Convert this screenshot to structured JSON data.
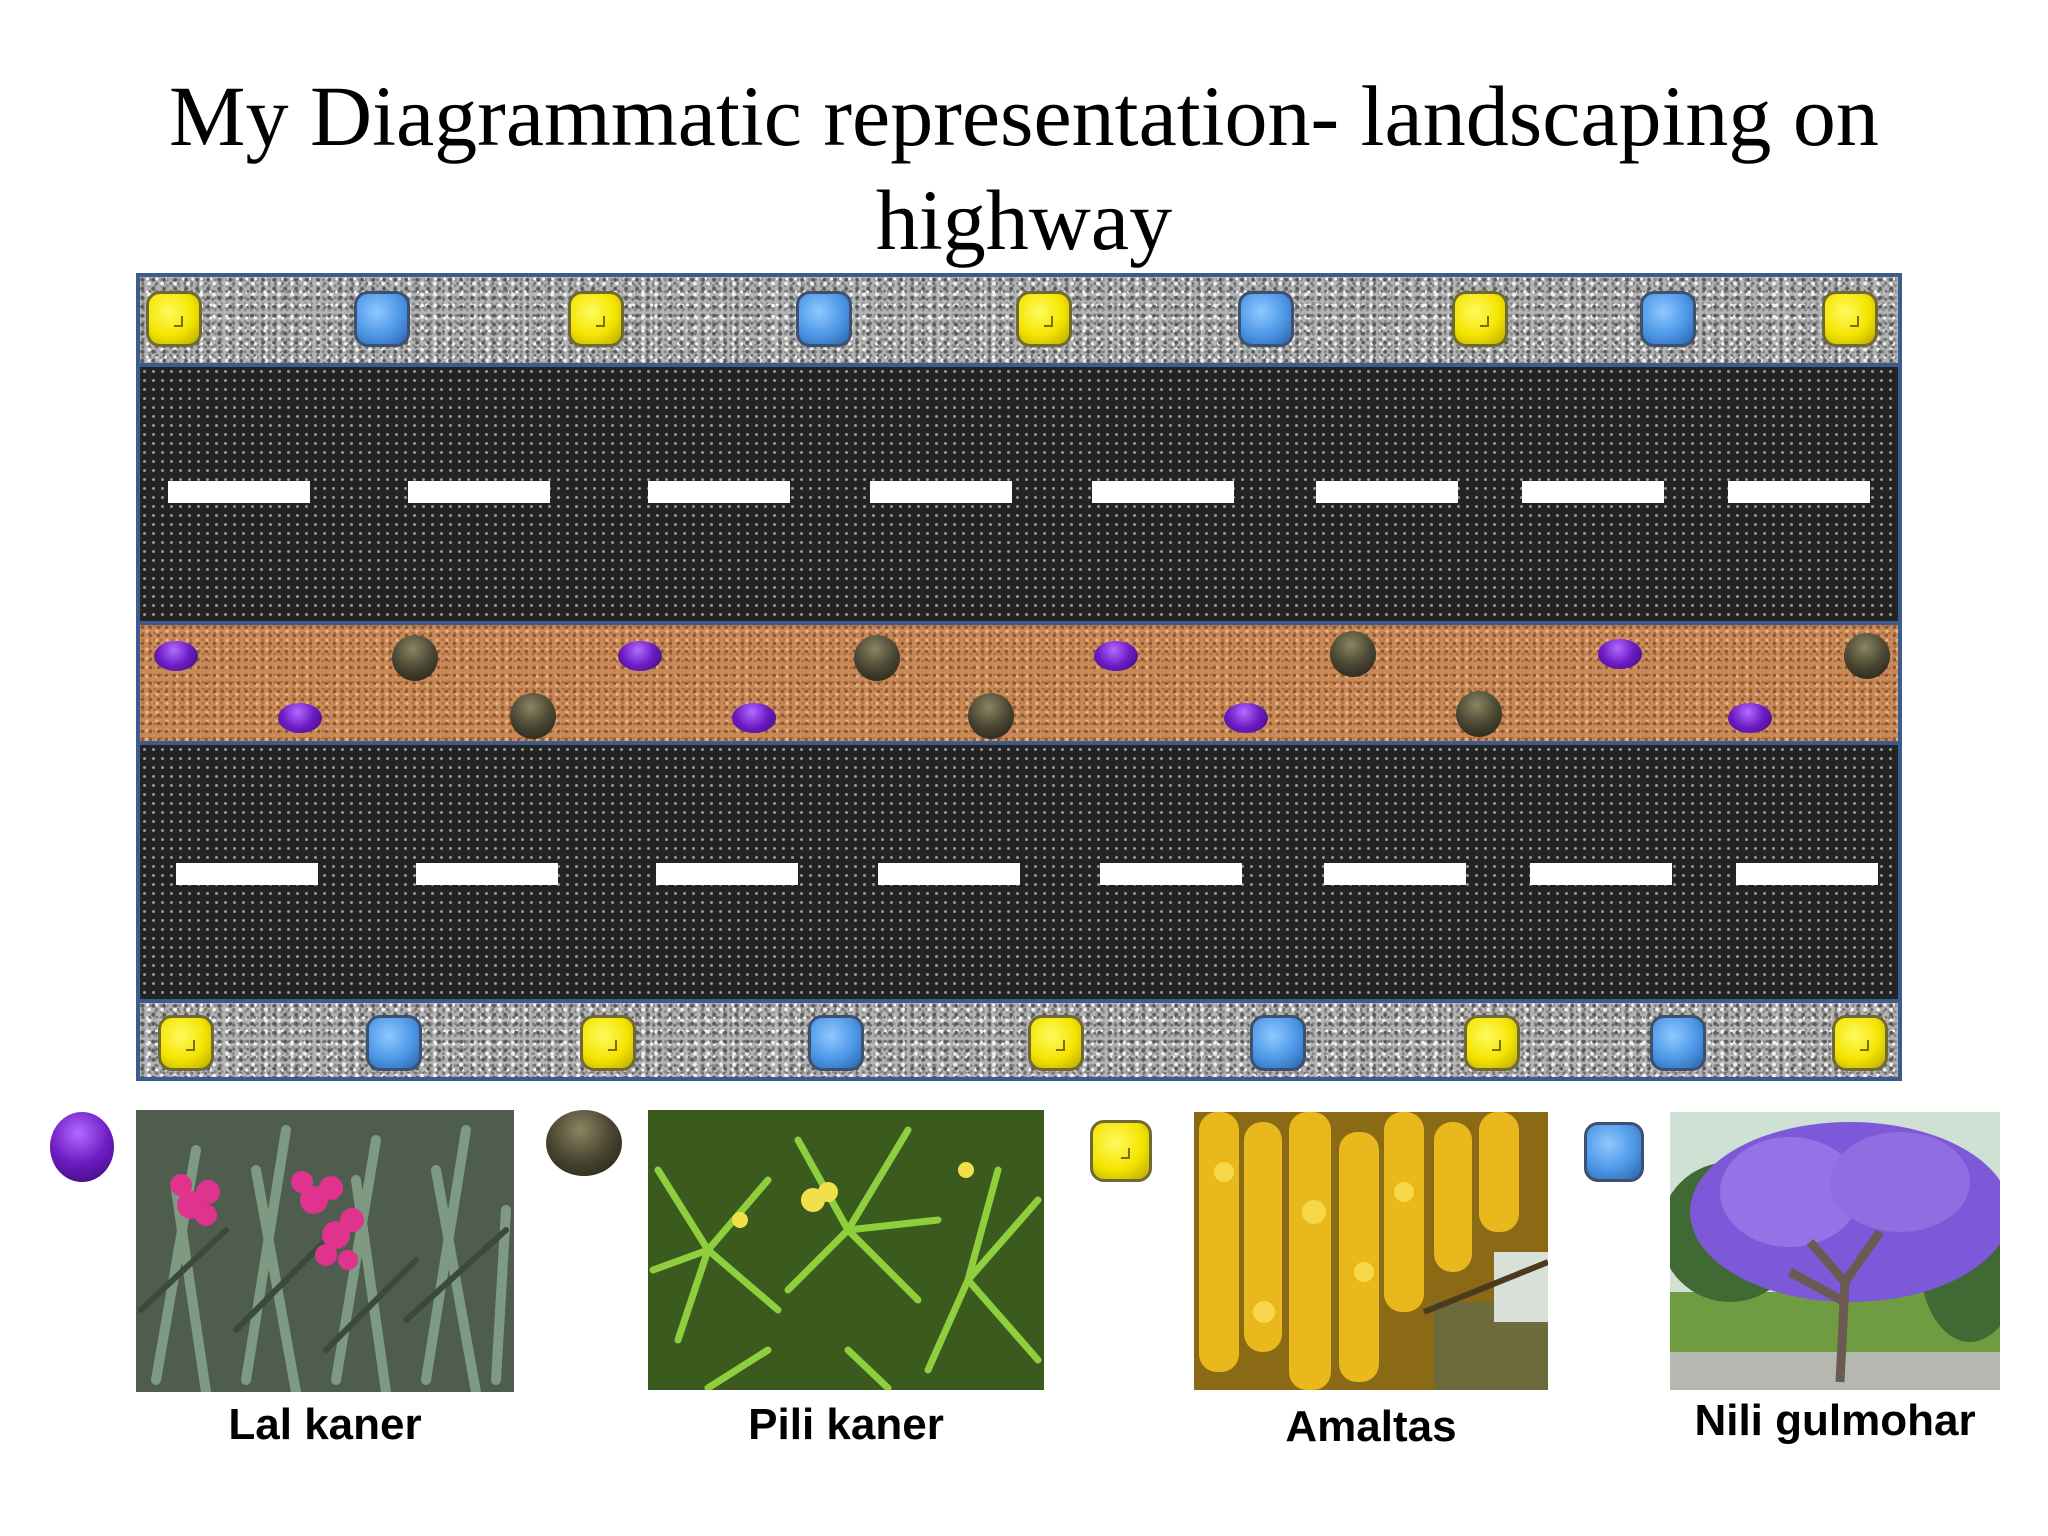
{
  "title": {
    "line1": "My Diagrammatic representation- landscaping on",
    "line2": "highway"
  },
  "legend": [
    {
      "name": "Lal kaner",
      "marker": "purple-oval",
      "color": "#6d1bc4"
    },
    {
      "name": "Pili kaner",
      "marker": "dark-olive-ball",
      "color": "#4a4632"
    },
    {
      "name": "Amaltas",
      "marker": "yellow-rounded-square",
      "color": "#f4e400"
    },
    {
      "name": "Nili gulmohar",
      "marker": "blue-rounded-square",
      "color": "#4d97e6"
    }
  ],
  "colors": {
    "border": "#3b5c8c",
    "road": "#232323",
    "median_soil": "#c98a57",
    "verge_gravel": "#b4b4b4"
  }
}
